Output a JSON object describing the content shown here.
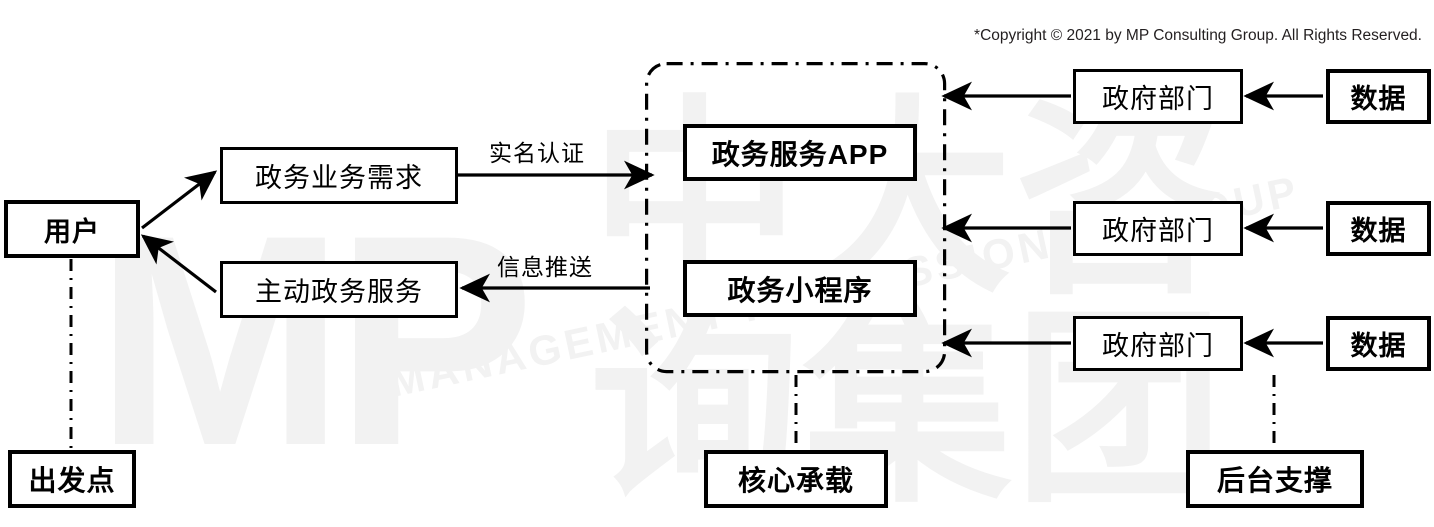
{
  "meta": {
    "copyright": "*Copyright © 2021 by MP Consulting Group. All Rights Reserved.",
    "watermark_mp": "MP",
    "watermark_cn": "中大咨询集团",
    "watermark_tagline": "MANAGEMENT PROFESSIONAL GROUP"
  },
  "nodes": {
    "user": "用户",
    "demand": "政务业务需求",
    "service": "主动政务服务",
    "app": "政务服务APP",
    "miniprogram": "政务小程序",
    "gov1": "政府部门",
    "gov2": "政府部门",
    "gov3": "政府部门",
    "data1": "数据",
    "data2": "数据",
    "data3": "数据"
  },
  "edge_labels": {
    "auth": "实名认证",
    "push": "信息推送"
  },
  "footer": {
    "origin": "出发点",
    "core": "核心承载",
    "backend": "后台支撑"
  },
  "colors": {
    "stroke": "#000000",
    "background": "#ffffff",
    "watermark": "#f2f2f2",
    "text": "#000000"
  }
}
